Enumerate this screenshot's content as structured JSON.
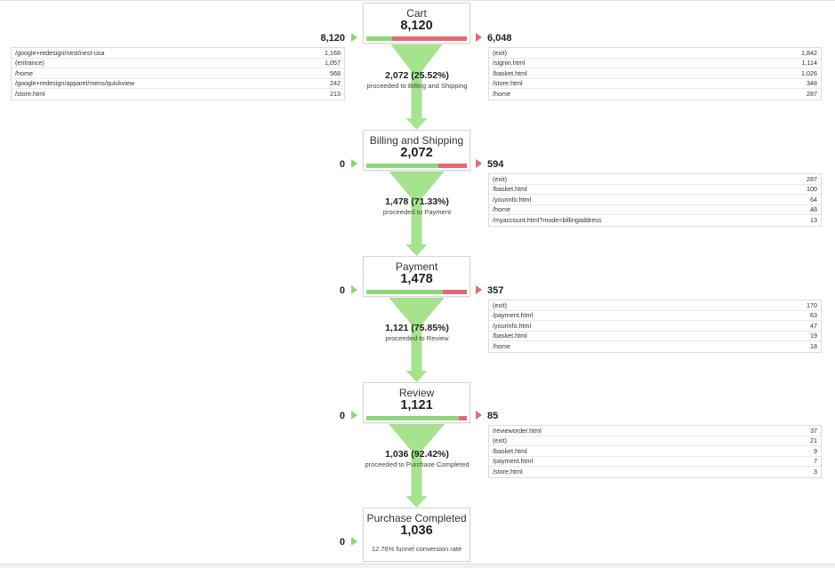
{
  "colors": {
    "flow_green": "#a6e38f",
    "bar_green": "#8fd67a",
    "bar_red": "#e06b75",
    "entry_arrow": "#8fd67a",
    "exit_arrow": "#e06b75"
  },
  "steps": [
    {
      "name": "Cart",
      "count": "8,120",
      "entries": "8,120",
      "exits": "6,048",
      "continue_fraction": 0.255,
      "progress_pct": "2,072 (25.52%)",
      "progress_label": "proceeded to Billing and Shipping",
      "entry_table": [
        {
          "page": "/google+redesign/nest/nest-usa",
          "value": "1,168"
        },
        {
          "page": "(entrance)",
          "value": "1,057"
        },
        {
          "page": "/home",
          "value": "568"
        },
        {
          "page": "/google+redesign/apparel/mens/quickview",
          "value": "242"
        },
        {
          "page": "/store.html",
          "value": "213"
        }
      ],
      "exit_table": [
        {
          "page": "(exit)",
          "value": "1,842"
        },
        {
          "page": "/signin.html",
          "value": "1,114"
        },
        {
          "page": "/basket.html",
          "value": "1,026"
        },
        {
          "page": "/store.html",
          "value": "348"
        },
        {
          "page": "/home",
          "value": "287"
        }
      ]
    },
    {
      "name": "Billing and Shipping",
      "count": "2,072",
      "entries": "0",
      "exits": "594",
      "continue_fraction": 0.7133,
      "progress_pct": "1,478 (71.33%)",
      "progress_label": "proceeded to Payment",
      "exit_table": [
        {
          "page": "(exit)",
          "value": "287"
        },
        {
          "page": "/basket.html",
          "value": "100"
        },
        {
          "page": "/yourinfo.html",
          "value": "64"
        },
        {
          "page": "/home",
          "value": "48"
        },
        {
          "page": "/myaccount.html?mode=billingaddress",
          "value": "13"
        }
      ]
    },
    {
      "name": "Payment",
      "count": "1,478",
      "entries": "0",
      "exits": "357",
      "continue_fraction": 0.7585,
      "progress_pct": "1,121 (75.85%)",
      "progress_label": "proceeded to Review",
      "exit_table": [
        {
          "page": "(exit)",
          "value": "170"
        },
        {
          "page": "/payment.html",
          "value": "63"
        },
        {
          "page": "/yourinfo.html",
          "value": "47"
        },
        {
          "page": "/basket.html",
          "value": "19"
        },
        {
          "page": "/home",
          "value": "18"
        }
      ]
    },
    {
      "name": "Review",
      "count": "1,121",
      "entries": "0",
      "exits": "85",
      "continue_fraction": 0.9242,
      "progress_pct": "1,036 (92.42%)",
      "progress_label": "proceeded to Purchase Completed",
      "exit_table": [
        {
          "page": "/revieworder.html",
          "value": "37"
        },
        {
          "page": "(exit)",
          "value": "21"
        },
        {
          "page": "/basket.html",
          "value": "9"
        },
        {
          "page": "/payment.html",
          "value": "7"
        },
        {
          "page": "/store.html",
          "value": "3"
        }
      ]
    },
    {
      "name": "Purchase Completed",
      "count": "1,036",
      "entries": "0",
      "conversion_rate": "12.76% funnel conversion rate"
    }
  ]
}
